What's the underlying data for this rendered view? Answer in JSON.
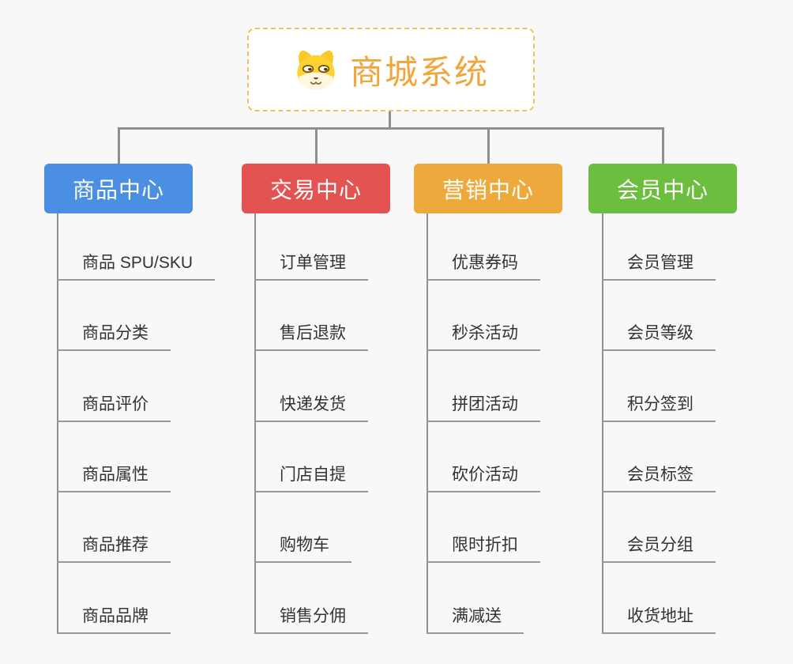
{
  "root": {
    "title": "商城系统",
    "icon": "dog-face-icon",
    "border_color": "#F3BE5E",
    "title_color": "#F0A63C",
    "background": "#FFFFFF"
  },
  "branches": [
    {
      "label": "商品中心",
      "color": "#4A8FE2",
      "children": [
        "商品 SPU/SKU",
        "商品分类",
        "商品评价",
        "商品属性",
        "商品推荐",
        "商品品牌"
      ]
    },
    {
      "label": "交易中心",
      "color": "#E35351",
      "children": [
        "订单管理",
        "售后退款",
        "快递发货",
        "门店自提",
        "购物车",
        "销售分佣"
      ]
    },
    {
      "label": "营销中心",
      "color": "#EEA93C",
      "children": [
        "优惠券码",
        "秒杀活动",
        "拼团活动",
        "砍价活动",
        "限时折扣",
        "满减送"
      ]
    },
    {
      "label": "会员中心",
      "color": "#6CBE3F",
      "children": [
        "会员管理",
        "会员等级",
        "积分签到",
        "会员标签",
        "会员分组",
        "收货地址"
      ]
    }
  ],
  "colors": {
    "canvas_background": "#F8F8F8",
    "connector_line": "#8F8F8F",
    "leaf_underline": "#999999",
    "leaf_text": "#333333",
    "branch_text": "#FFFFFF"
  }
}
